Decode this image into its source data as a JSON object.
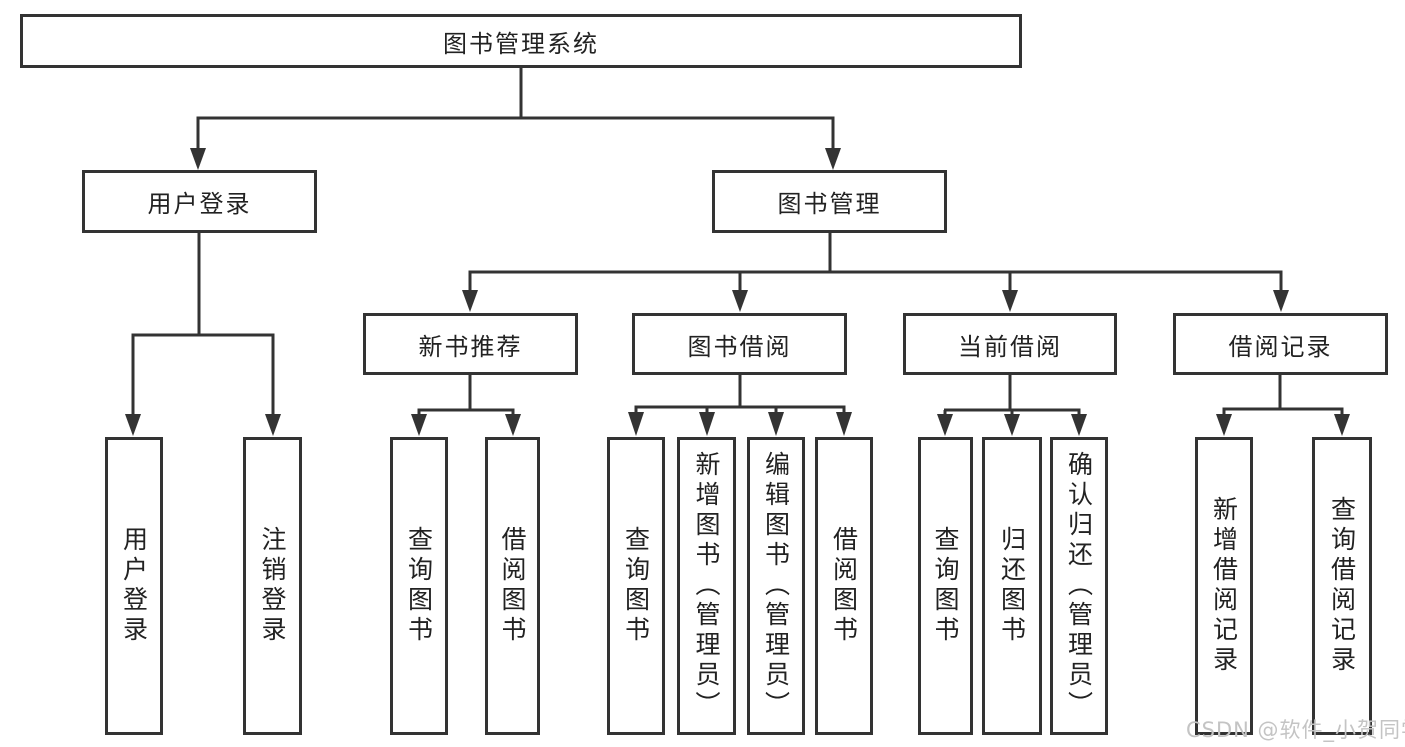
{
  "diagram_title": "图书管理系统",
  "nodes": {
    "root": "图书管理系统",
    "userLogin": {
      "label": "用户登录",
      "children": [
        "用户登录",
        "注销登录"
      ]
    },
    "bookMgmt": {
      "label": "图书管理"
    },
    "newBooks": {
      "label": "新书推荐",
      "children": [
        "查询图书",
        "借阅图书"
      ]
    },
    "borrowing": {
      "label": "图书借阅",
      "children": [
        "查询图书",
        "新增图书（管理员）",
        "编辑图书（管理员）",
        "借阅图书"
      ]
    },
    "current": {
      "label": "当前借阅",
      "children": [
        "查询图书",
        "归还图书",
        "确认归还（管理员）"
      ]
    },
    "records": {
      "label": "借阅记录",
      "children": [
        "新增借阅记录",
        "查询借阅记录"
      ]
    }
  },
  "watermark": {
    "text": "CSDN @软件_小贺同学"
  },
  "colors": {
    "line": "#333333",
    "text": "#222222",
    "background": "#ffffff",
    "watermark": "#c4c4c4"
  }
}
